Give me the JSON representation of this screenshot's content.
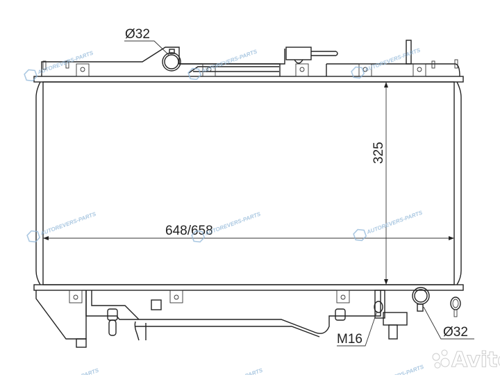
{
  "drawing": {
    "width_dimension": "648/658",
    "height_dimension": "325",
    "inlet_diameter": "Ø32",
    "outlet_diameter": "Ø32",
    "drain_thread": "M16"
  },
  "watermarks": {
    "brand": "AUTOREVERS-PARTS",
    "site_logo": "Avito"
  },
  "colors": {
    "line": "#222222",
    "watermark": "#8fb6d8"
  }
}
